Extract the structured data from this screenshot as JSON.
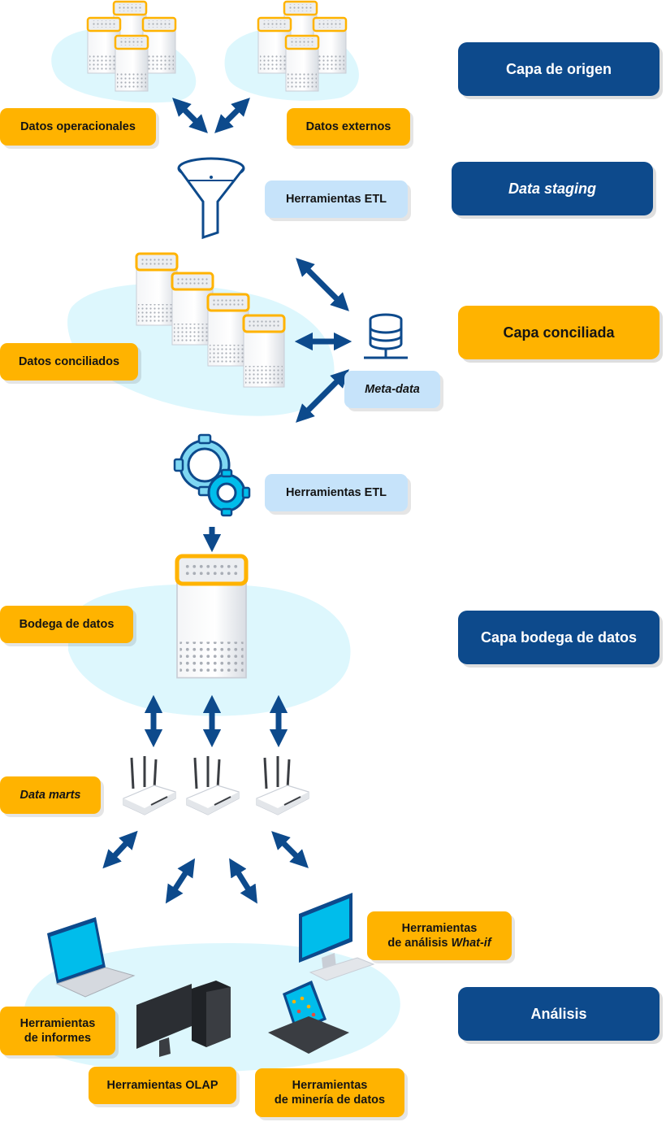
{
  "layers": {
    "origen": "Capa de origen",
    "staging": "Data staging",
    "conciliada": "Capa conciliada",
    "bodega": "Capa bodega de datos",
    "analisis": "Análisis"
  },
  "labels": {
    "datos_operacionales": "Datos operacionales",
    "datos_externos": "Datos externos",
    "herramientas_etl_1": "Herramientas ETL",
    "datos_conciliados": "Datos conciliados",
    "meta_data": "Meta-data",
    "herramientas_etl_2": "Herramientas ETL",
    "bodega_de_datos": "Bodega de datos",
    "data_marts": "Data marts",
    "what_if_line1": "Herramientas",
    "what_if_line2_prefix": "de análisis ",
    "what_if_line2_em": "What-if",
    "informes_line1": "Herramientas",
    "informes_line2": "de informes",
    "olap": "Herramientas OLAP",
    "mineria_line1": "Herramientas",
    "mineria_line2": "de minería de datos"
  },
  "colors": {
    "navy": "#0D4A8C",
    "gold": "#FFB300",
    "light_blue_label": "#C6E3FA",
    "blob": "#DDF7FD",
    "arrow": "#0D4A8C"
  },
  "icons": [
    "server-cluster-icon",
    "funnel-icon",
    "database-icon",
    "gears-icon",
    "server-icon",
    "router-icon",
    "laptop-icon",
    "desktop-pc-icon",
    "monitor-icon",
    "tablet-icon"
  ]
}
